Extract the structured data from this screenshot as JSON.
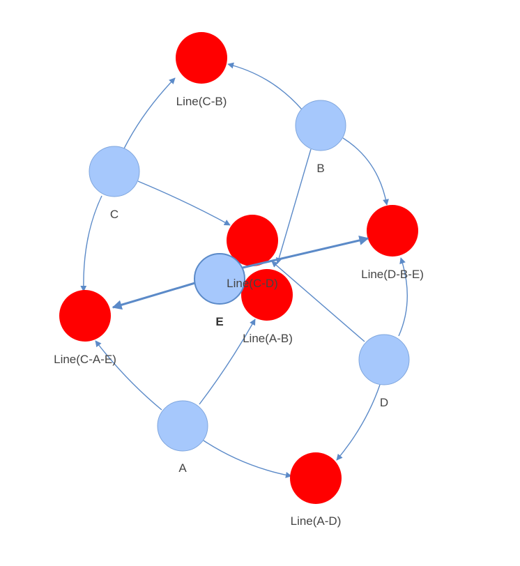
{
  "diagram": {
    "colors": {
      "point_fill": "#a6c8fc",
      "point_stroke": "#7fa6dd",
      "line_fill": "#ff0000",
      "edge": "#5b8ac8"
    },
    "points": {
      "A": "A",
      "B": "B",
      "C": "C",
      "D": "D",
      "E": "E"
    },
    "lines": {
      "CB": "Line(C-B)",
      "CD": "Line(C-D)",
      "AB": "Line(A-B)",
      "DBE": "Line(D-B-E)",
      "CAE": "Line(C-A-E)",
      "AD": "Line(A-D)"
    }
  }
}
